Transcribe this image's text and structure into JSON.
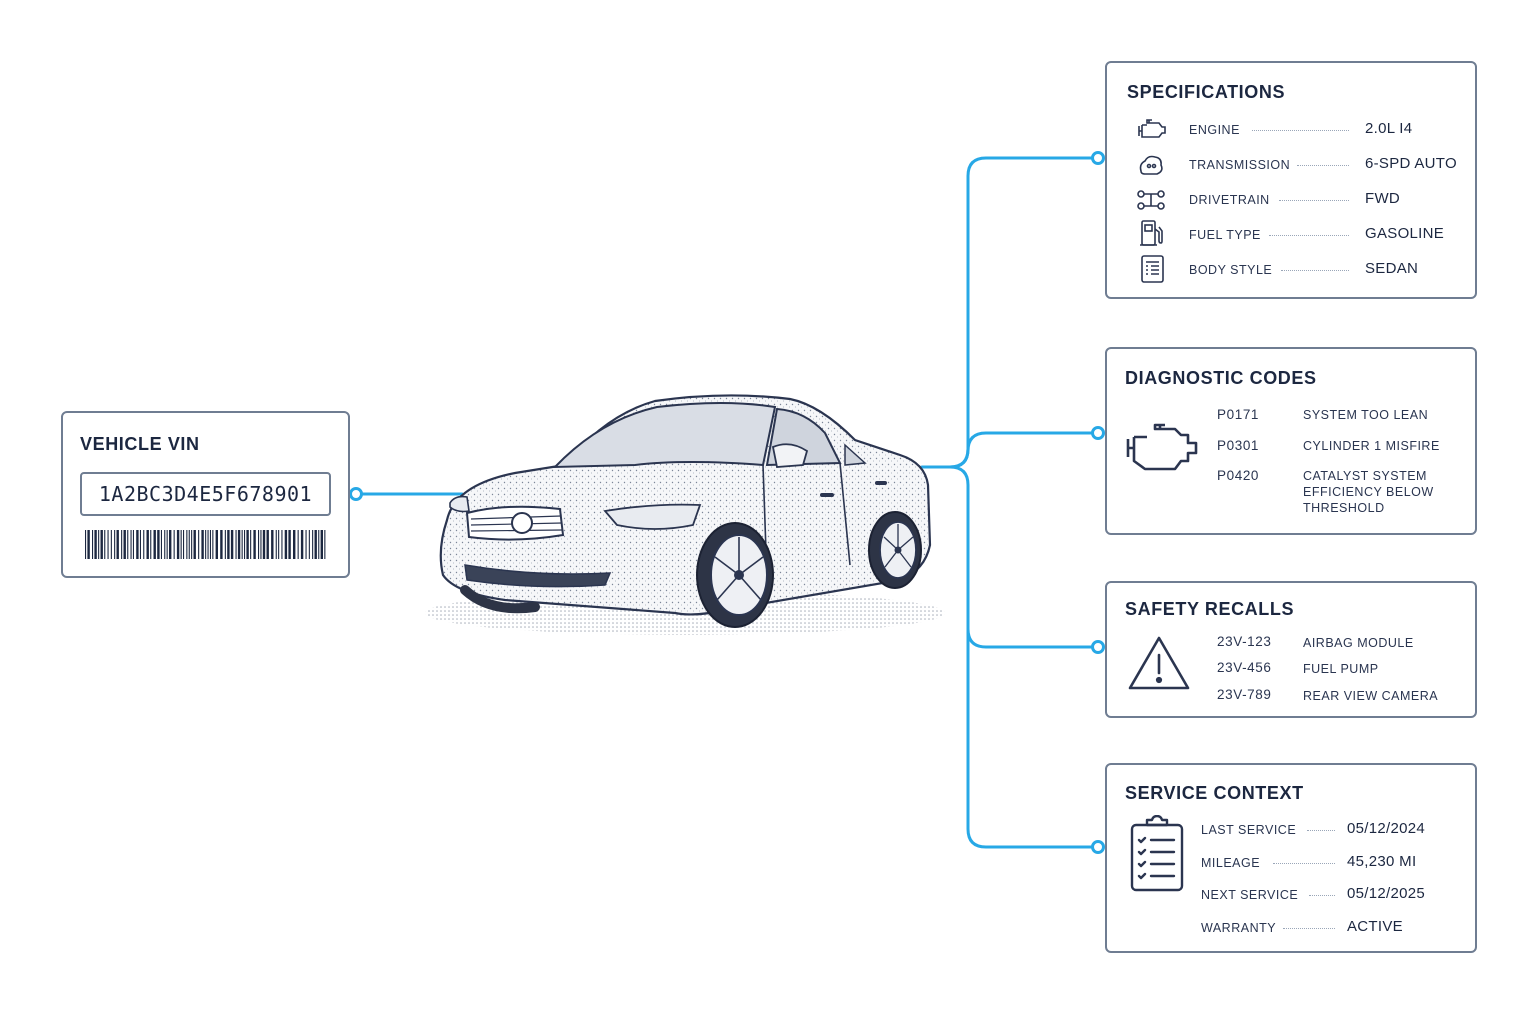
{
  "vin": {
    "title": "VEHICLE VIN",
    "value": "1A2BC3D4E5F678901"
  },
  "specifications": {
    "title": "SPECIFICATIONS",
    "rows": [
      {
        "label": "ENGINE",
        "value": "2.0L I4",
        "icon": "engine-icon"
      },
      {
        "label": "TRANSMISSION",
        "value": "6-SPD AUTO",
        "icon": "transmission-icon"
      },
      {
        "label": "DRIVETRAIN",
        "value": "FWD",
        "icon": "drivetrain-icon"
      },
      {
        "label": "FUEL TYPE",
        "value": "GASOLINE",
        "icon": "fuel-pump-icon"
      },
      {
        "label": "BODY STYLE",
        "value": "SEDAN",
        "icon": "document-icon"
      }
    ]
  },
  "diagnostics": {
    "title": "DIAGNOSTIC CODES",
    "icon": "check-engine-icon",
    "codes": [
      {
        "code": "P0171",
        "description": "SYSTEM TOO LEAN"
      },
      {
        "code": "P0301",
        "description": "CYLINDER 1 MISFIRE"
      },
      {
        "code": "P0420",
        "description": "CATALYST SYSTEM EFFICIENCY BELOW THRESHOLD"
      }
    ]
  },
  "recalls": {
    "title": "SAFETY RECALLS",
    "icon": "warning-triangle-icon",
    "items": [
      {
        "id": "23V-123",
        "description": "AIRBAG MODULE"
      },
      {
        "id": "23V-456",
        "description": "FUEL PUMP"
      },
      {
        "id": "23V-789",
        "description": "REAR VIEW CAMERA"
      }
    ]
  },
  "service": {
    "title": "SERVICE CONTEXT",
    "icon": "clipboard-checklist-icon",
    "rows": [
      {
        "label": "LAST SERVICE",
        "value": "05/12/2024"
      },
      {
        "label": "MILEAGE",
        "value": "45,230 MI"
      },
      {
        "label": "NEXT SERVICE",
        "value": "05/12/2025"
      },
      {
        "label": "WARRANTY",
        "value": "ACTIVE"
      }
    ]
  },
  "colors": {
    "connector": "#27a8e6",
    "border": "#6f7d92",
    "text": "#1c2740"
  }
}
